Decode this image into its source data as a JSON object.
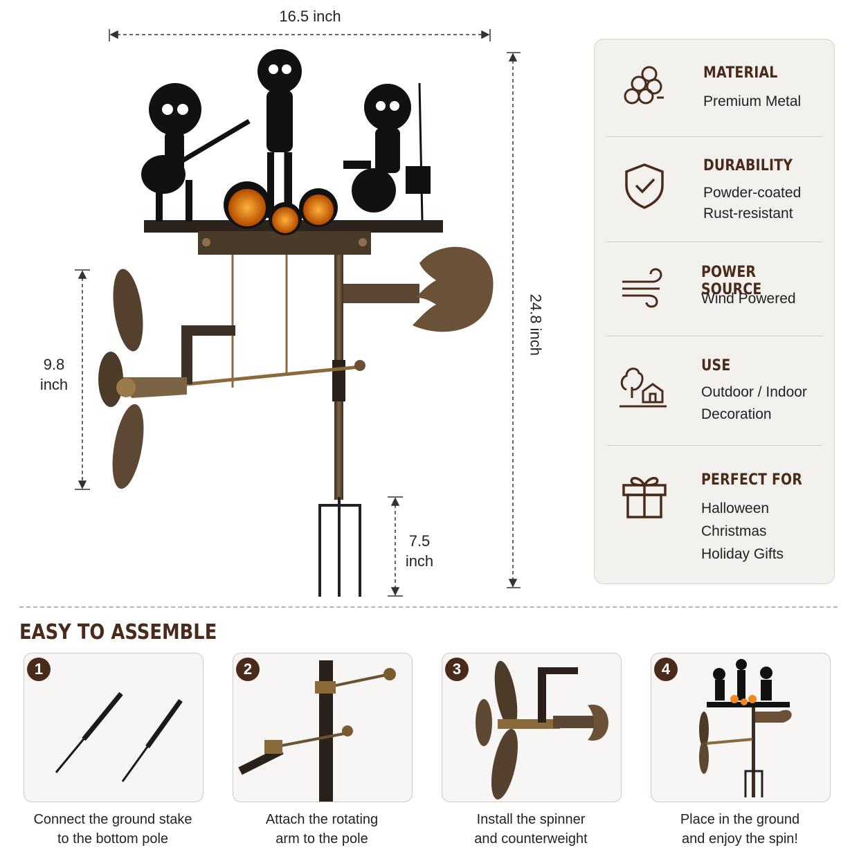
{
  "dimensions": {
    "width": "16.5 inch",
    "height": "24.8 inch",
    "spinner_height_num": "9.8",
    "spinner_height_unit": "inch",
    "stake_num": "7.5",
    "stake_unit": "inch"
  },
  "features": [
    {
      "icon": "material-icon",
      "title": "MATERIAL",
      "lines": [
        "Premium Metal"
      ]
    },
    {
      "icon": "shield-check-icon",
      "title": "DURABILITY",
      "lines": [
        "Powder-coated",
        "Rust-resistant"
      ]
    },
    {
      "icon": "wind-icon",
      "title": "POWER SOURCE",
      "lines": [
        "Wind Powered"
      ]
    },
    {
      "icon": "tree-house-icon",
      "title": "USE",
      "lines": [
        "Outdoor / Indoor",
        "Decoration"
      ]
    },
    {
      "icon": "gift-icon",
      "title": "PERFECT FOR",
      "lines": [
        "Halloween",
        "Christmas",
        "Holiday Gifts"
      ]
    }
  ],
  "assembly": {
    "title": "EASY TO ASSEMBLE",
    "steps": [
      {
        "num": "1",
        "line1": "Connect the ground stake",
        "line2": "to the bottom pole"
      },
      {
        "num": "2",
        "line1": "Attach the rotating",
        "line2": "arm to the pole"
      },
      {
        "num": "3",
        "line1": "Install the spinner",
        "line2": "and counterweight"
      },
      {
        "num": "4",
        "line1": "Place in the ground",
        "line2": "and enjoy the spin!"
      }
    ]
  },
  "colors": {
    "accent_brown": "#4a2a1a",
    "metal_bronze": "#8a6a3a",
    "pumpkin": "#f08a1c"
  }
}
